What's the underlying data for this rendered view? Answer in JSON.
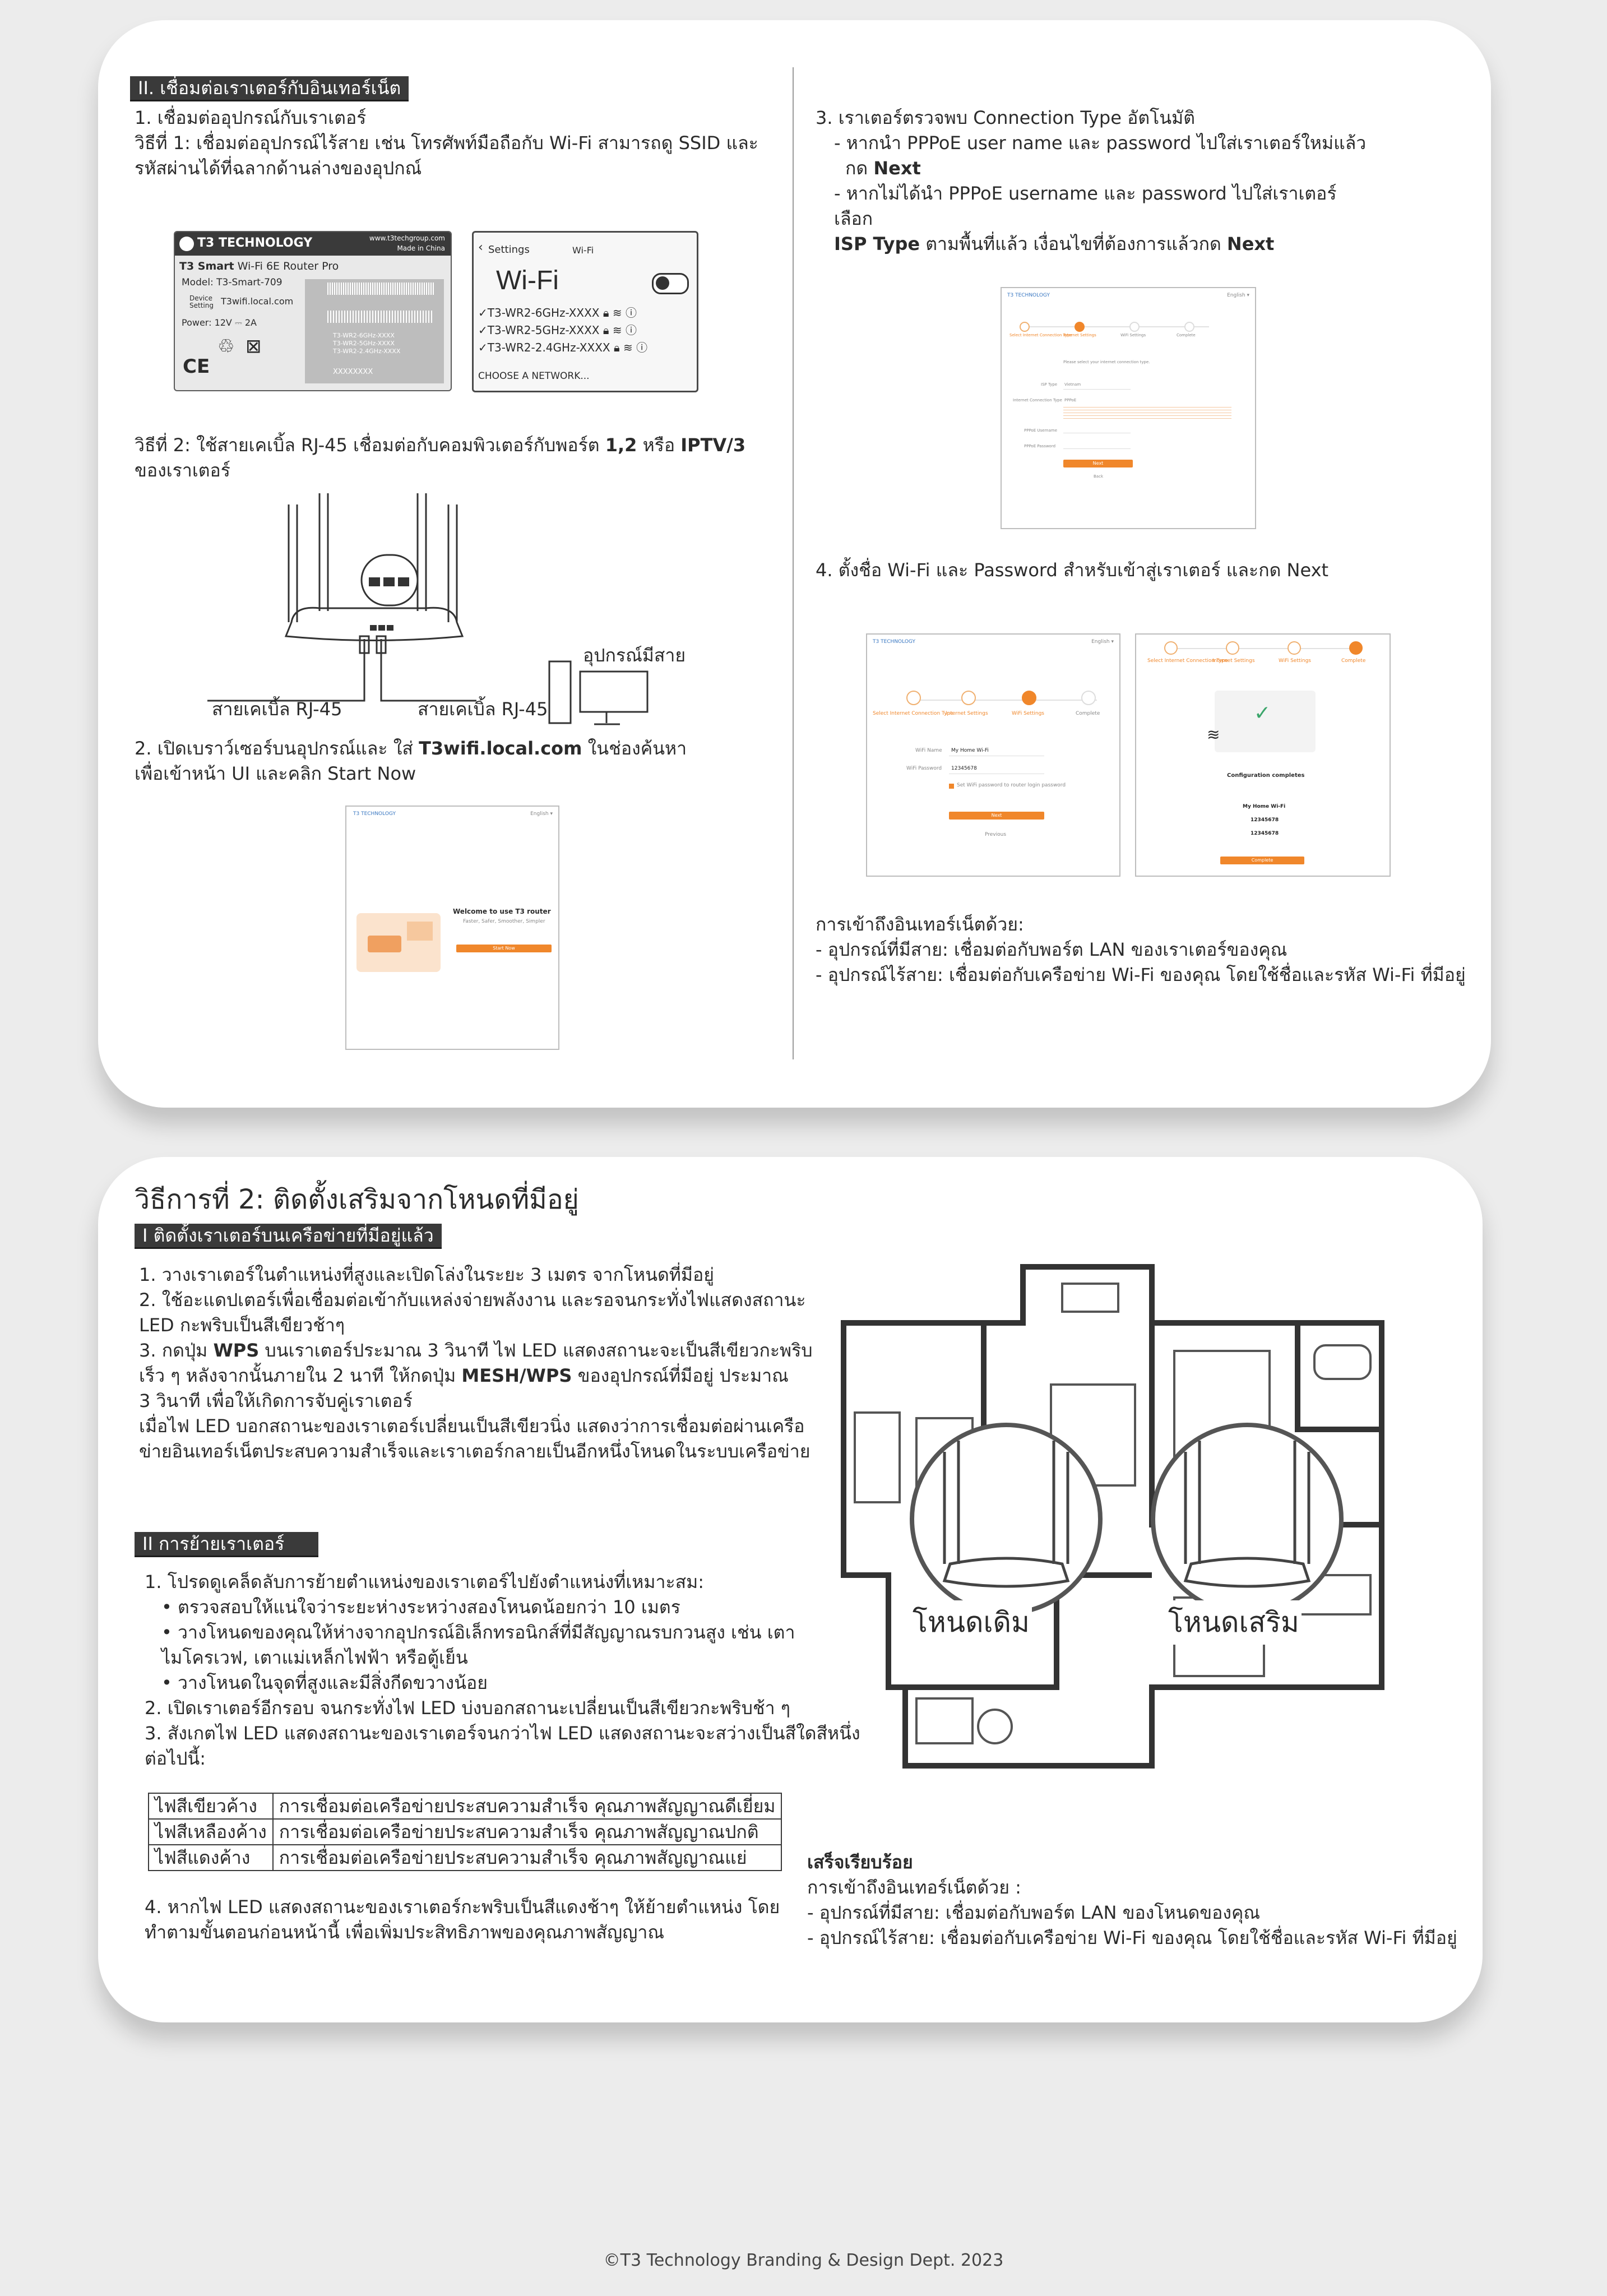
{
  "section_internet": {
    "header": "II. เชื่อมต่อเราเตอร์กับอินเทอร์เน็ต",
    "step1_title": "1. เชื่อมต่ออุปกรณ์กับเราเตอร์",
    "method1": "วิธีที่ 1: เชื่อมต่ออุปกรณ์ไร้สาย เช่น โทรศัพท์มือถือกับ Wi-Fi สามารถดู SSID และ\nรหัสผ่านได้ที่ฉลากด้านล่างของอุปกณ์",
    "method2_pre": "วิธีที่ 2: ใช้สายเคเบิ้ล RJ-45 เชื่อมต่อกับคอมพิวเตอร์กับพอร์ต ",
    "method2_ports": "1,2",
    "method2_or": " หรือ ",
    "method2_iptv": "IPTV/3",
    "method2_post": "\nของเราเตอร์",
    "wired_device": "อุปกรณ์มีสาย",
    "cable_left": "สายเคเบิ้ล RJ-45",
    "cable_right": "สายเคเบิ้ล RJ-45",
    "step2_pre": "2. เปิดเบราว์เซอร์บนอุปกรณ์และ ใส่ ",
    "step2_url": "T3wifi.local.com",
    "step2_post": " ในช่องค้นหา\nเพื่อเข้าหน้า UI และคลิก Start Now",
    "step3_line1": "3. เราเตอร์ตรวจพบ Connection Type อัตโนมัติ",
    "step3_line2": "- หากนำ PPPoE user name และ password ไปใส่เราเตอร์ใหม่แล้ว",
    "step3_line3_pre": "กด ",
    "step3_next1": "Next",
    "step3_line4": "- หากไม่ได้นำ PPPoE username และ password ไปใส่เราเตอร์",
    "step3_line5": "เลือก",
    "step3_isp": "ISP Type",
    "step3_line6_mid": " ตามพื้นที่แล้ว เงื่อนไขที่ต้องการแล้วกด ",
    "step3_next2": "Next",
    "step4": "4. ตั้งชื่อ Wi-Fi และ Password สำหรับเข้าสู่เราเตอร์ และกด Next",
    "access_title": "การเข้าถึงอินเทอร์เน็ตด้วย:",
    "access_wired": "- อุปกรณ์ที่มีสาย: เชื่อมต่อกับพอร์ต LAN ของเราเตอร์ของคุณ",
    "access_wireless": "- อุปกรณ์ไร้สาย: เชื่อมต่อกับเครือข่าย Wi-Fi ของคุณ โดยใช้ชื่อและรหัส Wi-Fi ที่มีอยู่"
  },
  "router_label": {
    "brand": "T3 TECHNOLOGY",
    "site": "www.t3techgroup.com",
    "made": "Made in China",
    "product_pre": "T3 Smart",
    "product_post": " Wi-Fi 6E Router Pro",
    "model": "Model: T3-Smart-709",
    "device_setting": "Device\nSetting",
    "device_url": "T3wifi.local.com",
    "power": "Power: 12V ⎓ 2A",
    "wifi_codes": "T3-WR2-6GHz-XXXX\nT3-WR2-5GHz-XXXX\nT3-WR2-2.4GHz-XXXX",
    "xcode": "XXXXXXXX"
  },
  "wifi_panel": {
    "back": "Settings",
    "header": "Wi-Fi",
    "title": "Wi-Fi",
    "networks": [
      "T3-WR2-6GHz-XXXX",
      "T3-WR2-5GHz-XXXX",
      "T3-WR2-2.4GHz-XXXX"
    ],
    "choose": "CHOOSE A NETWORK..."
  },
  "ui_screens": {
    "brand": "T3 TECHNOLOGY",
    "lang": "English ▾",
    "welcome_title": "Welcome to use T3 router",
    "welcome_sub": "Faster, Safer, Smoother, Simpler",
    "start_now": "Start Now",
    "steps": [
      "Select Internet Connection Type",
      "Internet Settings",
      "WiFi Settings",
      "Complete"
    ],
    "select_prompt": "Please select your internet connection type.",
    "isp_type_label": "ISP Type",
    "isp_type_value": "Vietnam",
    "conn_type_label": "Internet Connection Type",
    "conn_type_value": "PPPoE",
    "pppoe_user": "PPPoE Username",
    "pppoe_pass": "PPPoE Password",
    "next": "Next",
    "back": "Back",
    "previous": "Previous",
    "wifi_name_label": "WiFi Name",
    "wifi_name_value": "My Home Wi-Fi",
    "wifi_pass_label": "WiFi Password",
    "wifi_pass_value": "12345678",
    "set_login": "Set WiFi password to router login password",
    "config_done": "Configuration completes",
    "complete_btn": "Complete",
    "done_name": "My Home Wi-Fi",
    "done_pass1": "12345678",
    "done_pass2": "12345678"
  },
  "section_mesh": {
    "title": "วิธีการที่ 2: ติดตั้งเสริมจากโหนดที่มีอยู่",
    "header1": "I ติดตั้งเราเตอร์บนเครือข่ายที่มีอยู่แล้ว",
    "s1": "1. วางเราเตอร์ในตำแหน่งที่สูงและเปิดโล่งในระยะ 3 เมตร จากโหนดที่มีอยู่",
    "s2": "2. ใช้อะแดปเตอร์เพื่อเชื่อมต่อเข้ากับแหล่งจ่ายพลังงาน และรอจนกระทั่งไฟแสดงสถานะ\n    LED กะพริบเป็นสีเขียวช้าๆ",
    "s3_pre": "3. กดปุ่ม ",
    "s3_wps": "WPS",
    "s3_mid": " บนเราเตอร์ประมาณ 3 วินาที ไฟ LED แสดงสถานะจะเป็นสีเขียวกะพริบ\n    เร็ว ๆ หลังจากนั้นภายใน 2 นาที ให้กดปุ่ม ",
    "s3_mesh": "MESH/WPS",
    "s3_post": " ของอุปกรณ์ที่มีอยู่ ประมาณ\n    3 วินาที เพื่อให้เกิดการจับคู่เราเตอร์\n    เมื่อไฟ LED บอกสถานะของเราเตอร์เปลี่ยนเป็นสีเขียวนิ่ง แสดงว่าการเชื่อมต่อผ่านเครือ\n    ข่ายอินเทอร์เน็ตประสบความสำเร็จและเราเตอร์กลายเป็นอีกหนึ่งโหนดในระบบเครือข่าย",
    "header2": "II การย้ายเราเตอร์",
    "m1": "1. โปรดดูเคล็ดลับการย้ายตำแหน่งของเราเตอร์ไปยังตำแหน่งที่เหมาะสม:",
    "m1a": "• ตรวจสอบให้แน่ใจว่าระยะห่างระหว่างสองโหนดน้อยกว่า 10 เมตร",
    "m1b": "• วางโหนดของคุณให้ห่างจากอุปกรณ์อิเล็กทรอนิกส์ที่มีสัญญาณรบกวนสูง เช่น เตา\n   ไมโครเวฟ, เตาแม่เหล็กไฟฟ้า หรือตู้เย็น",
    "m1c": "• วางโหนดในจุดที่สูงและมีสิ่งกีดขวางน้อย",
    "m2": "2. เปิดเราเตอร์อีกรอบ จนกระทั่งไฟ LED บ่งบอกสถานะเปลี่ยนเป็นสีเขียวกะพริบช้า ๆ",
    "m3": "3. สังเกตไฟ LED แสดงสถานะของเราเตอร์จนกว่าไฟ LED แสดงสถานะจะสว่างเป็นสีใดสีหนึ่ง\n    ต่อไปนี้:",
    "led_table": [
      [
        "ไฟสีเขียวค้าง",
        "การเชื่อมต่อเครือข่ายประสบความสำเร็จ คุณภาพสัญญาณดีเยี่ยม"
      ],
      [
        "ไฟสีเหลืองค้าง",
        "การเชื่อมต่อเครือข่ายประสบความสำเร็จ คุณภาพสัญญาณปกติ"
      ],
      [
        "ไฟสีแดงค้าง",
        "การเชื่อมต่อเครือข่ายประสบความสำเร็จ คุณภาพสัญญาณแย่"
      ]
    ],
    "m4": "4. หากไฟ LED แสดงสถานะของเราเตอร์กะพริบเป็นสีแดงช้าๆ ให้ย้ายตำแหน่ง โดย\n    ทำตามขั้นตอนก่อนหน้านี้ เพื่อเพิ่มประสิทธิภาพของคุณภาพสัญญาณ",
    "node_old": "โหนดเดิม",
    "node_new": "โหนดเสริม",
    "done_title": "เสร็จเรียบร้อย",
    "done_access": "การเข้าถึงอินเทอร์เน็ตด้วย :",
    "done_wired": "- อุปกรณ์ที่มีสาย: เชื่อมต่อกับพอร์ต LAN ของโหนดของคุณ",
    "done_wireless": "- อุปกรณ์ไร้สาย: เชื่อมต่อกับเครือข่าย Wi-Fi ของคุณ โดยใช้ชื่อและรหัส Wi-Fi ที่มีอยู่"
  },
  "footer": "©T3 Technology Branding & Design Dept. 2023",
  "colors": {
    "accent": "#f0872b",
    "header_bg": "#3a3a3a"
  }
}
